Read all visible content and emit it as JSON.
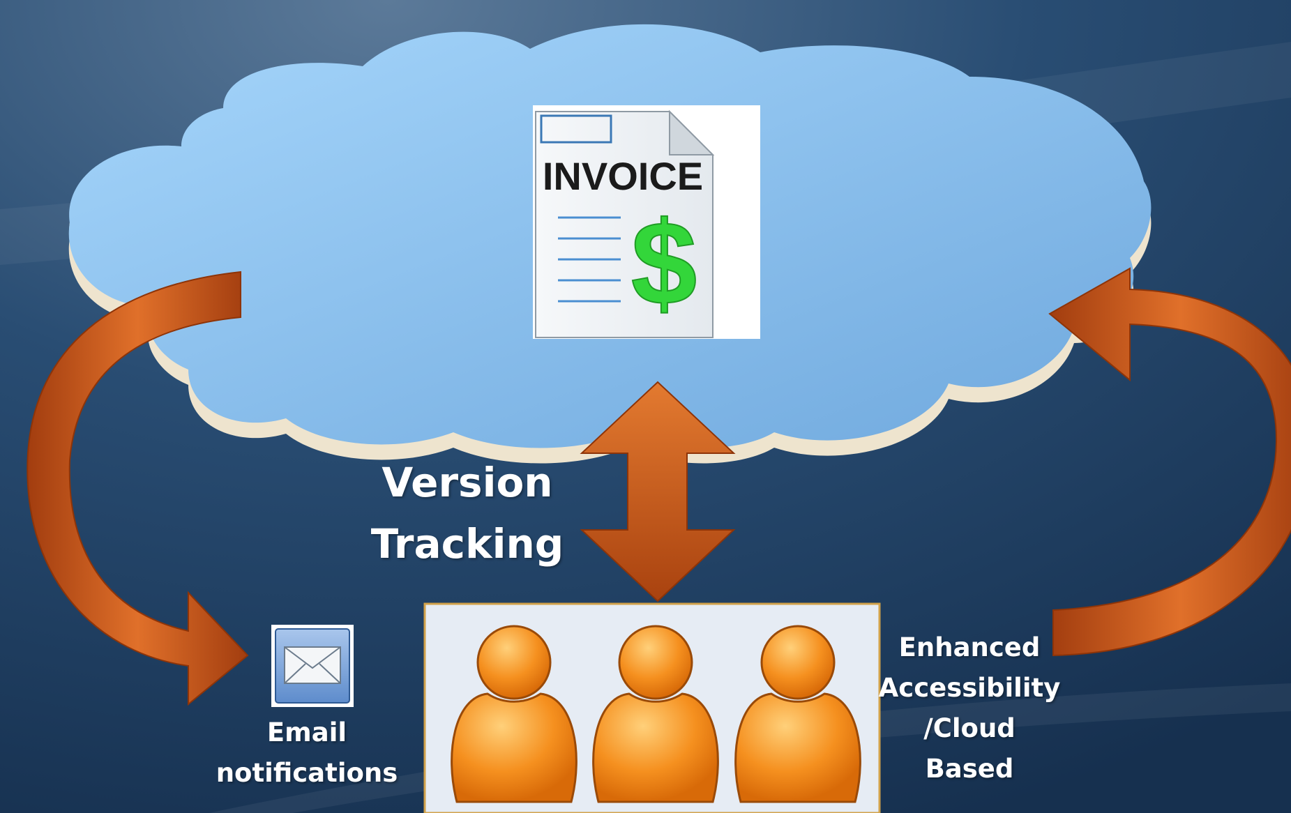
{
  "invoice": {
    "title": "INVOICE",
    "symbol": "$"
  },
  "labels": {
    "version_tracking": [
      "Version",
      "Tracking"
    ],
    "email_notifications": [
      "Email",
      "notifications"
    ],
    "enhanced_access": [
      "Enhanced",
      "Accessibility",
      "/Cloud",
      "Based"
    ]
  },
  "colors": {
    "background": "#1d3a5c",
    "cloud": "#8ec5f2",
    "cloud_edge": "#efe6d2",
    "arrow": "#c5561c",
    "person": "#f28a1c",
    "dollar": "#33d63a"
  },
  "icons": [
    "cloud-icon",
    "invoice-icon",
    "email-icon",
    "person-icon"
  ]
}
